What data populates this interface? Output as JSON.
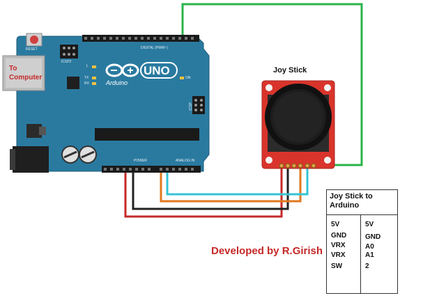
{
  "title": "Joy Stick",
  "labels": {
    "to_computer": "To Computer",
    "developed_by": "Developed by R.Girish",
    "reset": "RESET",
    "icsp2": "ICSP2",
    "digital": "DIGITAL (PWM~)",
    "power": "POWER",
    "analog_in": "ANALOG IN",
    "icsp": "ICSP",
    "arduino": "Arduino",
    "uno": "UNO",
    "tx": "TX",
    "rx": "RX",
    "l": "L",
    "on": "ON"
  },
  "table": {
    "header": "Joy Stick to Arduino",
    "rows": [
      {
        "joystick": "5V",
        "arduino": "5V"
      },
      {
        "joystick": "GND",
        "arduino": "GND"
      },
      {
        "joystick": "VRX",
        "arduino": "A0"
      },
      {
        "joystick": "VRX",
        "arduino": "A1"
      },
      {
        "joystick": "SW",
        "arduino": "2"
      }
    ]
  },
  "colors": {
    "board": "#2a7aa0",
    "joystick_pcb": "#d9342b",
    "wire_5v": "#c62828",
    "wire_gnd": "#222222",
    "wire_vrx": "#e07820",
    "wire_vry": "#35c4d4",
    "wire_sw": "#2bb34a"
  }
}
